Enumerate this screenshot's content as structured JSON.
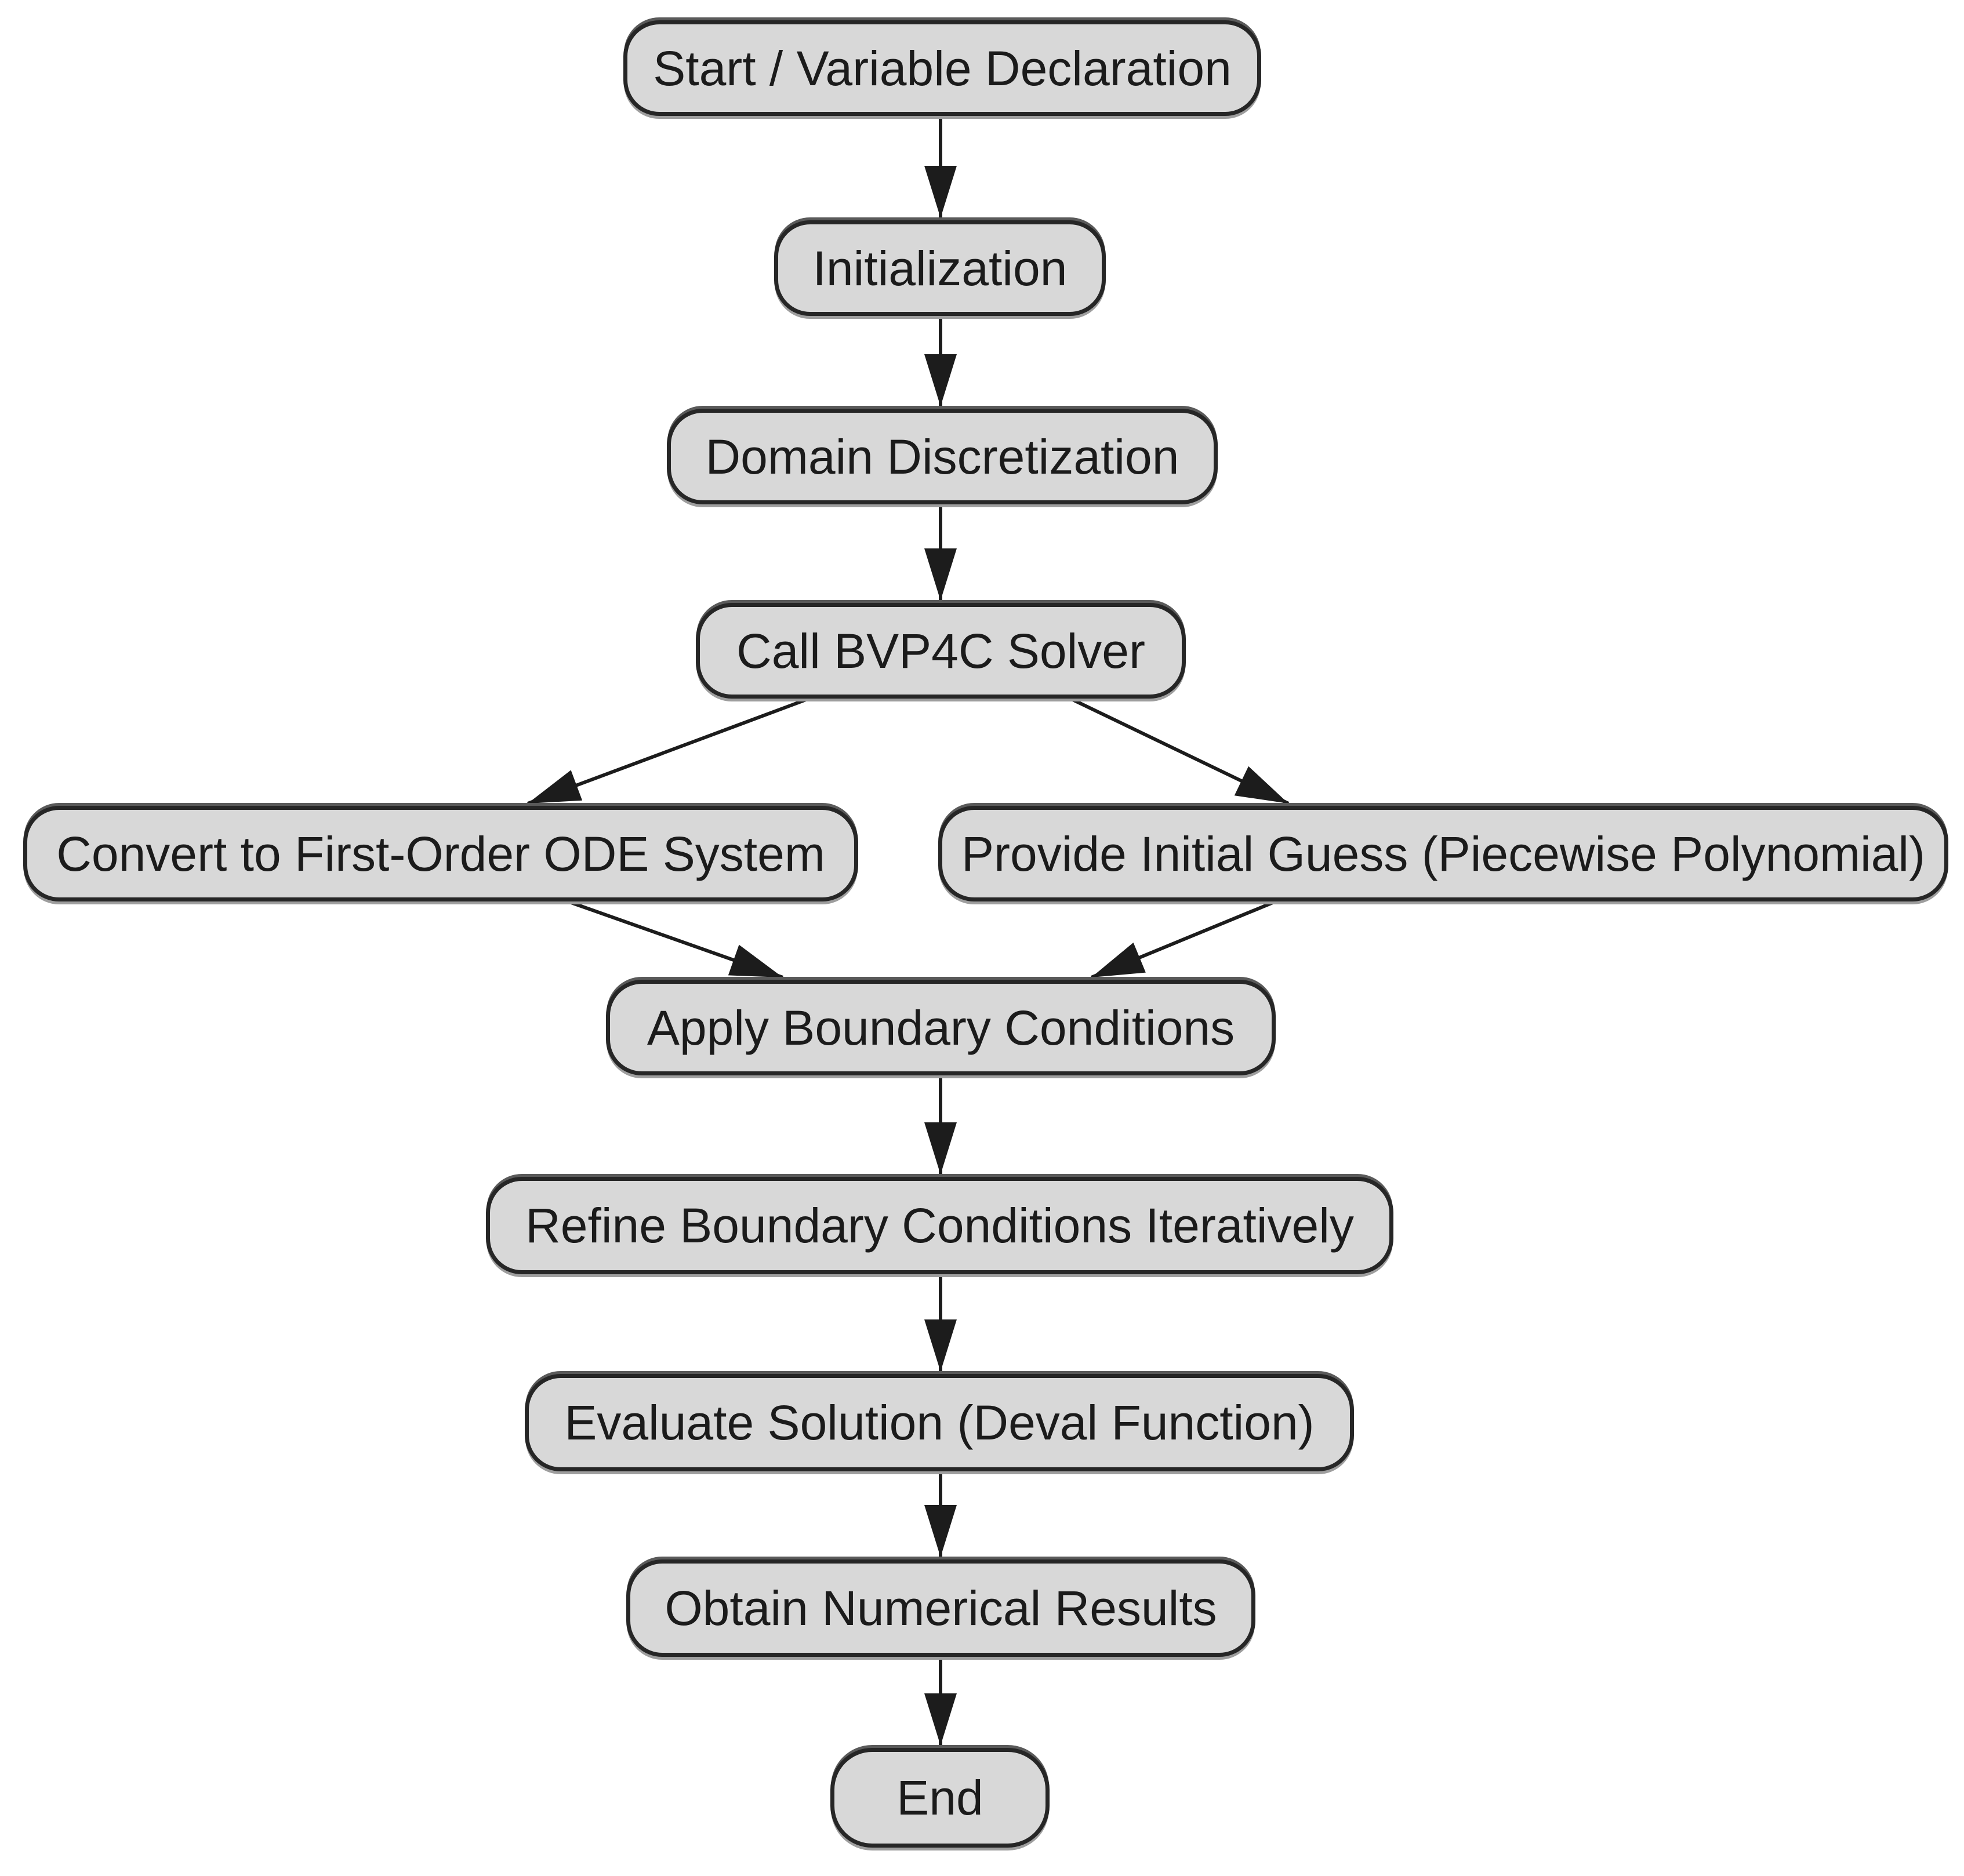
{
  "diagram": {
    "type": "flowchart",
    "direction": "top-down",
    "colors": {
      "background": "#ffffff",
      "node_fill": "#d8d8d8",
      "node_border": "#262626",
      "edge": "#1c1c1c",
      "text": "#1b1b1b"
    },
    "nodes": [
      {
        "id": "start",
        "shape": "rounded-rectangle",
        "label": "Start / Variable Declaration"
      },
      {
        "id": "init",
        "shape": "rounded-rectangle",
        "label": "Initialization"
      },
      {
        "id": "domain",
        "shape": "rounded-rectangle",
        "label": "Domain Discretization"
      },
      {
        "id": "solver",
        "shape": "rounded-rectangle",
        "label": "Call BVP4C Solver"
      },
      {
        "id": "convert",
        "shape": "rounded-rectangle",
        "label": "Convert to First-Order ODE System"
      },
      {
        "id": "guess",
        "shape": "rounded-rectangle",
        "label": "Provide Initial Guess (Piecewise Polynomial)"
      },
      {
        "id": "apply",
        "shape": "rounded-rectangle",
        "label": "Apply Boundary Conditions"
      },
      {
        "id": "refine",
        "shape": "rounded-rectangle",
        "label": "Refine Boundary Conditions Iteratively"
      },
      {
        "id": "evaluate",
        "shape": "rounded-rectangle",
        "label": "Evaluate Solution (Deval Function)"
      },
      {
        "id": "results",
        "shape": "rounded-rectangle",
        "label": "Obtain Numerical Results"
      },
      {
        "id": "end",
        "shape": "rounded-rectangle",
        "label": "End"
      }
    ],
    "edges": [
      {
        "from": "start",
        "to": "init",
        "arrow": "filled-triangle"
      },
      {
        "from": "init",
        "to": "domain",
        "arrow": "filled-triangle"
      },
      {
        "from": "domain",
        "to": "solver",
        "arrow": "filled-triangle"
      },
      {
        "from": "solver",
        "to": "convert",
        "arrow": "filled-triangle"
      },
      {
        "from": "solver",
        "to": "guess",
        "arrow": "filled-triangle"
      },
      {
        "from": "convert",
        "to": "apply",
        "arrow": "filled-triangle"
      },
      {
        "from": "guess",
        "to": "apply",
        "arrow": "filled-triangle"
      },
      {
        "from": "apply",
        "to": "refine",
        "arrow": "filled-triangle"
      },
      {
        "from": "refine",
        "to": "evaluate",
        "arrow": "filled-triangle"
      },
      {
        "from": "evaluate",
        "to": "results",
        "arrow": "filled-triangle"
      },
      {
        "from": "results",
        "to": "end",
        "arrow": "filled-triangle"
      }
    ]
  }
}
